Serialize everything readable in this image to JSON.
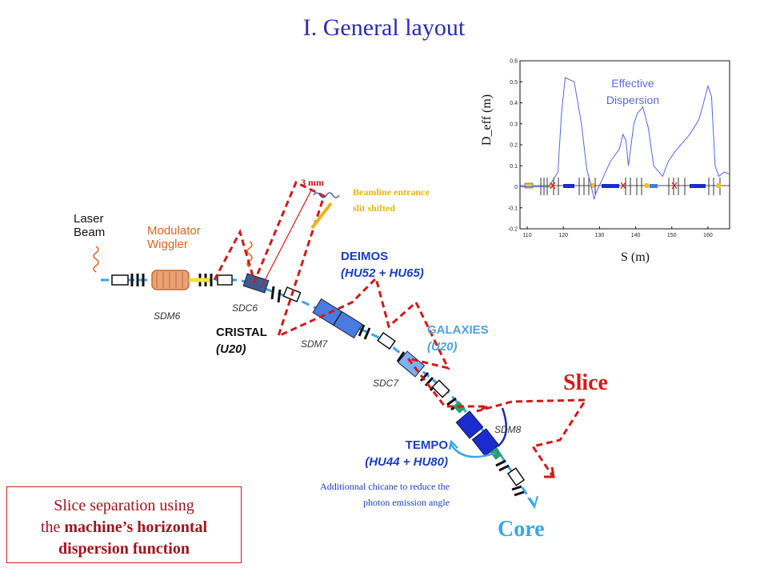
{
  "title": "I. General layout",
  "labels": {
    "laser_beam": [
      "Laser",
      "Beam"
    ],
    "modulator_wiggler": [
      "Modulator",
      "Wiggler"
    ],
    "sdm6": "SDM6",
    "sdc6": "SDC6",
    "cristal": [
      "CRISTAL",
      "(U20)"
    ],
    "sdm7": "SDM7",
    "deimos": [
      "DEIMOS",
      "(HU52 + HU65)"
    ],
    "galaxies": [
      "GALAXIES",
      "(U20)"
    ],
    "sdc7": "SDC7",
    "sdm8": "SDM8",
    "tempo": [
      "TEMPO",
      "(HU44 + HU80)"
    ],
    "three_mm": "3 mm",
    "beamline_entrance": [
      "Beamline entrance",
      "slit shifted"
    ],
    "additional_chicane": [
      "Additionnal chicane to reduce the",
      "photon emission angle"
    ],
    "slice": "Slice",
    "core": "Core"
  },
  "note_box": {
    "line1": "Slice separation using",
    "line2_prefix": "the ",
    "line2_bold": "machine’s horizontal",
    "line3": "dispersion function"
  },
  "colors": {
    "title": "#2b2bb0",
    "red_dashed": "#d01a1a",
    "beam": "#3aa6e6",
    "undulator": "#1a3fbf",
    "orange": "#d9641e"
  },
  "chart_data": {
    "type": "line",
    "xlabel": "S (m)",
    "ylabel": "D_eff (m)",
    "annotation": [
      "Effective",
      "Dispersion"
    ],
    "xlim": [
      108,
      166
    ],
    "ylim": [
      -0.2,
      0.6
    ],
    "x_ticks": [
      "110",
      "120",
      "130",
      "140",
      "150",
      "160"
    ],
    "y_ticks": [
      "0.6",
      "0.5",
      "0.4",
      "0.3",
      "0.2",
      "0.1",
      "0",
      "-0.1",
      "-0.2"
    ],
    "series": [
      {
        "x": [
          108,
          116,
          118.5,
          119.5,
          120.5,
          123,
          125,
          126.5,
          127.5,
          128.5,
          129,
          133,
          135.5,
          136.5,
          137.3,
          138,
          139.5,
          140.5,
          142,
          143.5,
          145,
          147.5,
          149,
          151,
          155,
          157.5,
          158.5,
          160,
          161,
          162,
          163,
          164.5,
          166
        ],
        "y": [
          0,
          0,
          0.07,
          0.35,
          0.52,
          0.5,
          0.3,
          0.08,
          0.02,
          -0.06,
          -0.03,
          0.12,
          0.18,
          0.25,
          0.22,
          0.1,
          0.3,
          0.35,
          0.38,
          0.28,
          0.1,
          0.05,
          0.12,
          0.17,
          0.25,
          0.32,
          0.38,
          0.48,
          0.43,
          0.1,
          0.05,
          0.07,
          0.06
        ]
      }
    ]
  }
}
